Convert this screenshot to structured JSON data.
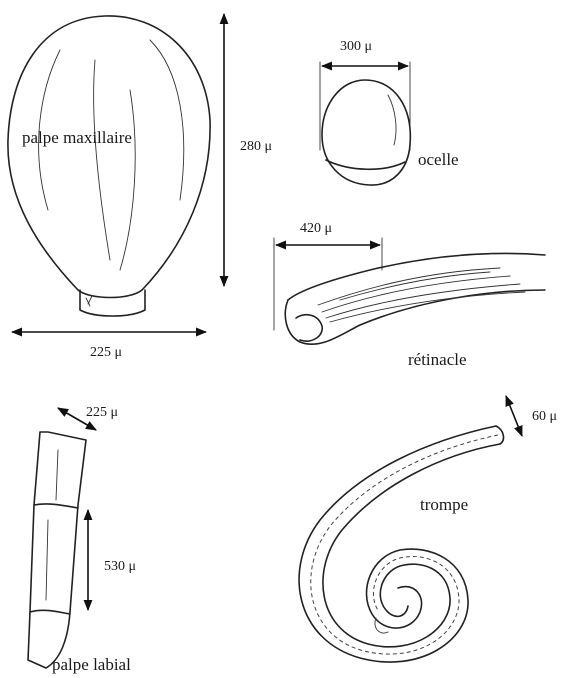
{
  "labels": {
    "palpe_maxillaire": "palpe maxillaire",
    "ocelle": "ocelle",
    "retinacle": "rétinacle",
    "trompe": "trompe",
    "palpe_labial": "palpe labial"
  },
  "dimensions": {
    "palpe_maxillaire_height": "280 μ",
    "palpe_maxillaire_width": "225 μ",
    "ocelle_width": "300 μ",
    "retinacle_width": "420 μ",
    "palpe_labial_width": "225 μ",
    "palpe_labial_length": "530 μ",
    "trompe_width": "60 μ"
  },
  "colors": {
    "ink": "#222222",
    "paper": "#ffffff"
  }
}
